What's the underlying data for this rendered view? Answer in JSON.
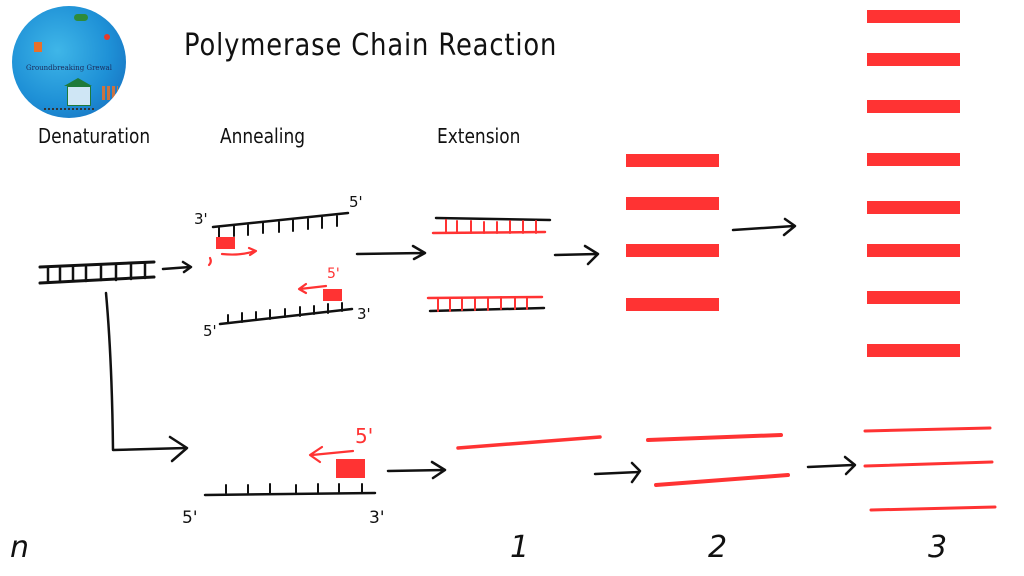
{
  "logo": {
    "text": "Groundbreaking Grewal",
    "icon": "logo-badge-icon"
  },
  "title": "Polymerase Chain Reaction",
  "steps": [
    {
      "label": "Denaturation"
    },
    {
      "label": "Annealing"
    },
    {
      "label": "Extension"
    }
  ],
  "strand_labels": {
    "top_left": "3'",
    "top_right": "5'",
    "bottom_left": "5'",
    "bottom_right": "3'",
    "primer_top": "5'",
    "lower_left": "5'",
    "lower_right": "3'",
    "lower_primer": "5'"
  },
  "cycles": {
    "n": "n",
    "c1": "1",
    "c2": "2",
    "c3": "3"
  },
  "bands": {
    "cycle2_count": 4,
    "cycle3_count": 8
  },
  "single_strand_lines": {
    "cycle1_count": 1,
    "cycle2_count": 2,
    "cycle3_count": 3
  },
  "colors": {
    "ink": "#111111",
    "primer": "#ff3333"
  }
}
